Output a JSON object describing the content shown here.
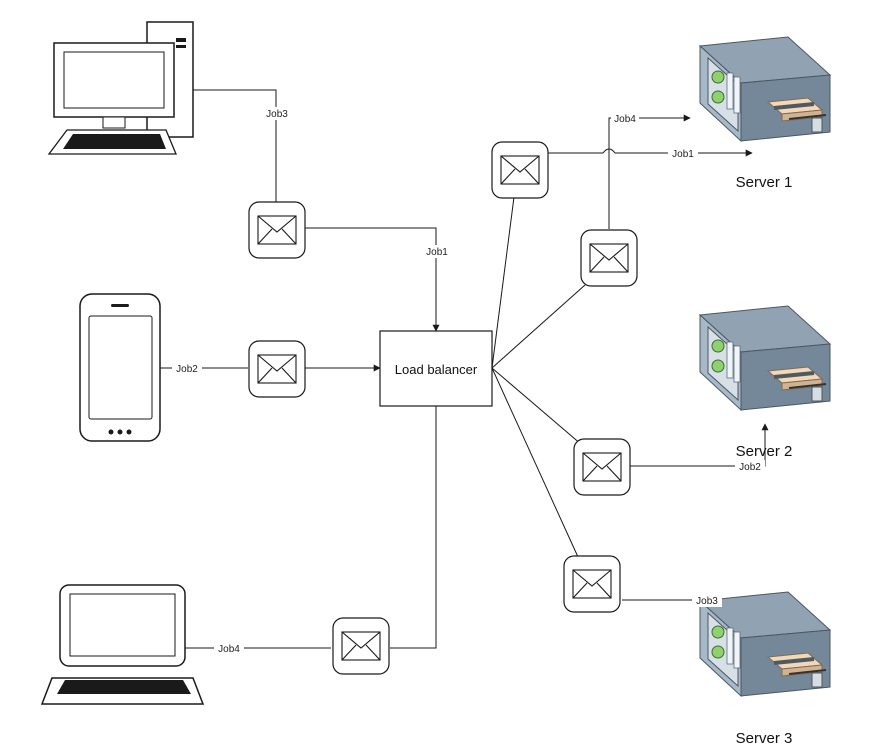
{
  "load_balancer": {
    "label": "Load balancer"
  },
  "servers": [
    {
      "name": "Server 1"
    },
    {
      "name": "Server 2"
    },
    {
      "name": "Server 3"
    }
  ],
  "job_labels": {
    "desktop": "Job3",
    "phone": "Job2",
    "laptop": "Job4",
    "lb_top": "Job1",
    "server1_a": "Job4",
    "server1_b": "Job1",
    "server2": "Job2",
    "server3": "Job3"
  },
  "icons": {
    "desktop": "desktop-computer-icon",
    "phone": "smartphone-icon",
    "laptop": "laptop-icon",
    "message": "envelope-icon",
    "server": "rack-server-icon"
  },
  "colors": {
    "line": "#1a1a1a",
    "server_body": "#7f93a3",
    "server_light": "#8fd16d"
  }
}
